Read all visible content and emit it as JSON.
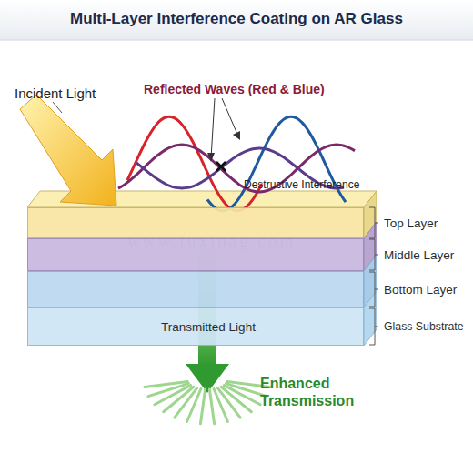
{
  "diagram": {
    "title": "Multi-Layer Interference Coating on AR Glass",
    "nodes": [
      {
        "text": [
          "Top Layer"
        ]
      },
      {
        "text": [
          "Middle Layer"
        ]
      },
      {
        "text": [
          "Bottom Layer"
        ]
      },
      {
        "text": [
          "Transmitted Light",
          "Glass Substrate"
        ]
      }
    ],
    "labels": [
      "Incident Light",
      "Reflected Waves (Red & Blue)",
      "Destructive Interference",
      "Enhanced Transmission",
      "www.fuxinag.com"
    ]
  }
}
